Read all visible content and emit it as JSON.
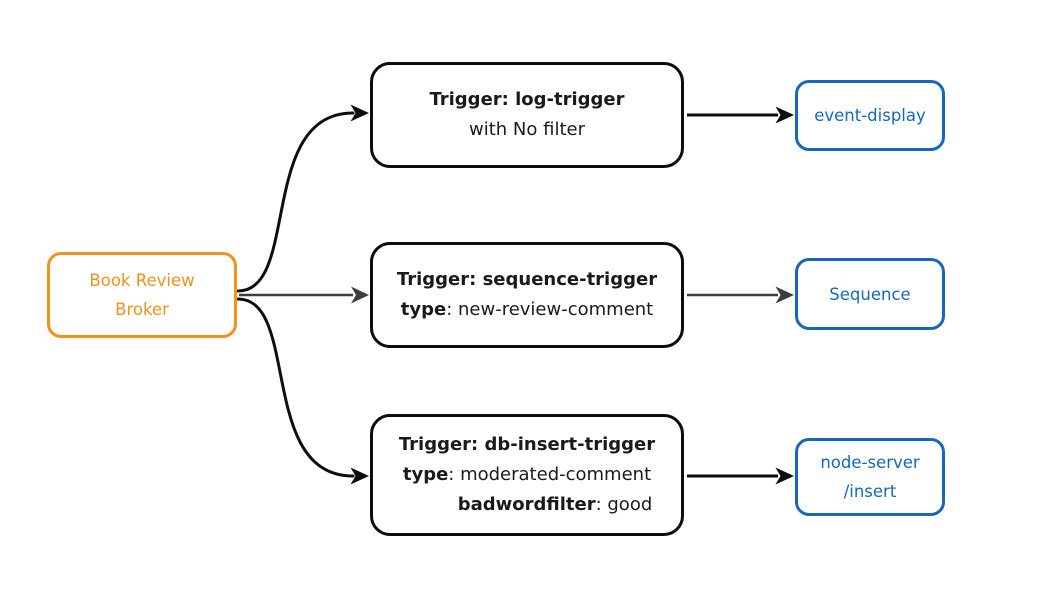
{
  "diagram": {
    "type": "flowchart",
    "background_color": "#ffffff",
    "broker": {
      "label": "Book Review\nBroker",
      "color": "#F2911D"
    },
    "triggers": [
      {
        "title": "Trigger: log-trigger",
        "subtitle": "with No filter"
      },
      {
        "title": "Trigger: sequence-trigger",
        "key": "type",
        "value": ": new-review-comment"
      },
      {
        "title": "Trigger: db-insert-trigger",
        "key": "type",
        "value": ": moderated-comment",
        "key2": "badwordfilter",
        "value2": ": good"
      }
    ],
    "sinks": [
      {
        "label": "event-display"
      },
      {
        "label": "Sequence"
      },
      {
        "label": "node-server\n/insert"
      }
    ],
    "edges": [
      {
        "from": "Book Review Broker",
        "to": "Trigger: log-trigger",
        "color": "#0e0e0e"
      },
      {
        "from": "Book Review Broker",
        "to": "Trigger: sequence-trigger",
        "color": "#3e3e3e"
      },
      {
        "from": "Book Review Broker",
        "to": "Trigger: db-insert-trigger",
        "color": "#0e0e0e"
      },
      {
        "from": "Trigger: log-trigger",
        "to": "event-display",
        "color": "#0e0e0e"
      },
      {
        "from": "Trigger: sequence-trigger",
        "to": "Sequence",
        "color": "#3e3e3e"
      },
      {
        "from": "Trigger: db-insert-trigger",
        "to": "node-server/insert",
        "color": "#0e0e0e"
      }
    ],
    "node_colors": {
      "broker_border": "#F2911D",
      "trigger_border": "#0d0d0d",
      "sink_border": "#1767C0"
    }
  }
}
